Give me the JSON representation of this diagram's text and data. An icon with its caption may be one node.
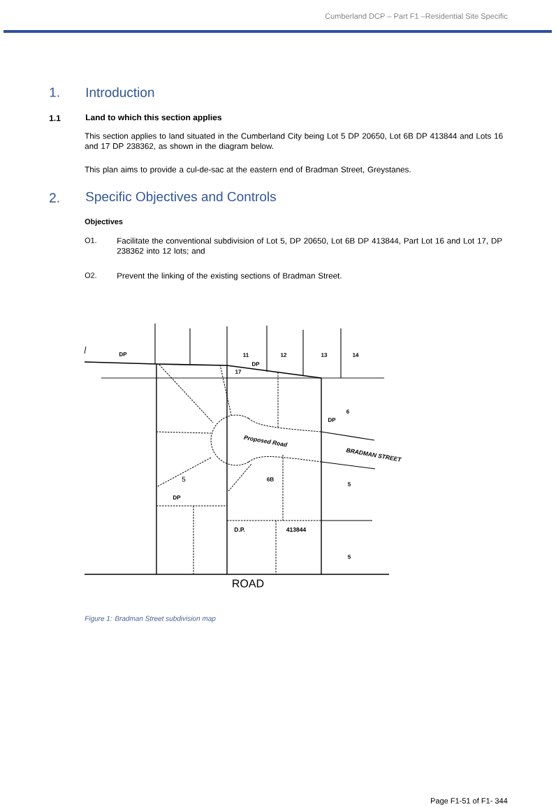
{
  "diagram": {
    "caption": "Figure 1: Bradman Street subdivision map",
    "labels": [
      "Cumberland DCP – Part F1 –Residential Site Specific",
      "1.",
      "Introduction",
      "1.1",
      "Land to which this section applies",
      "This section applies to land situated in the Cumberland City being Lot 5 DP 20650, Lot 6B DP 413844 and Lots 16 and 17 DP 238362, as shown in the diagram below.",
      "This plan aims to provide a cul-de-sac at the eastern end of Bradman Street, Greystanes.",
      "2.",
      "Specific Objectives and Controls",
      "Objectives",
      "O1.",
      "Facilitate the conventional subdivision of Lot 5, DP 20650, Lot 6B DP 413844, Part Lot 16 and Lot 17, DP 238362 into 12 lots; and",
      "O2.",
      "Prevent the linking of the existing sections of Bradman Street.",
      "DP",
      "11",
      "12",
      "13",
      "14",
      "DP",
      "17",
      "6",
      "DP",
      "Proposed Road",
      "BRADMAN STREET",
      "5",
      "6B",
      "DP",
      "5",
      "D.P.",
      "413844",
      "5",
      "ROAD",
      "Page F1-51 of F1- 344"
    ]
  }
}
